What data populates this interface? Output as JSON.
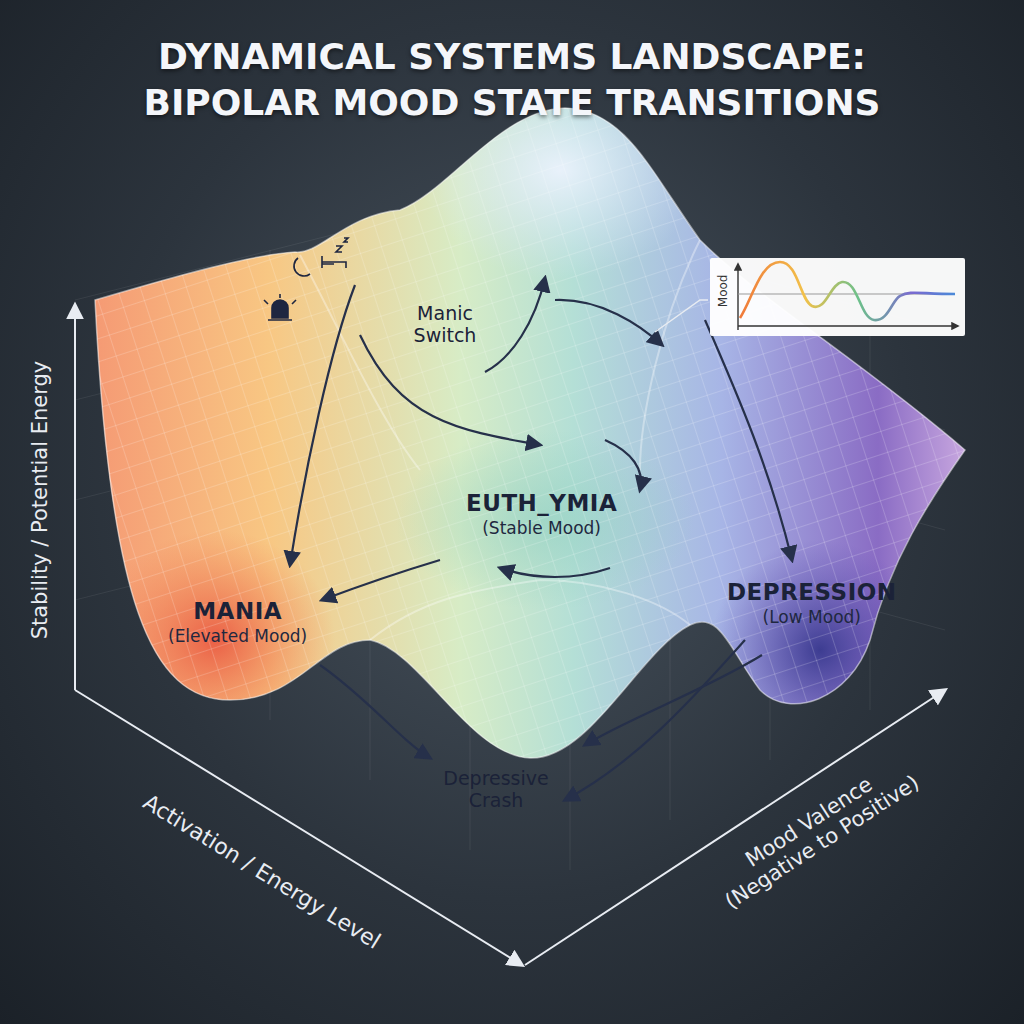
{
  "diagram": {
    "title": "DYNAMICAL SYSTEMS LANDSCAPE: BIPOLAR MOOD STATE TRANSITIONS",
    "nodes": [
      {
        "text": [
          "MANIA",
          "(Elevated Mood)"
        ]
      },
      {
        "text": [
          "EUTH_YMIA",
          "(Stable Mood)"
        ]
      },
      {
        "text": [
          "DEPRESSION",
          "(Low Mood)"
        ]
      }
    ],
    "labels": [
      "Stability / Potential Energy",
      "Activation / Energy Level",
      "Mood Valence (Negative to Positive)",
      "Manic Switch",
      "Depressive Crash",
      "Mood"
    ]
  }
}
